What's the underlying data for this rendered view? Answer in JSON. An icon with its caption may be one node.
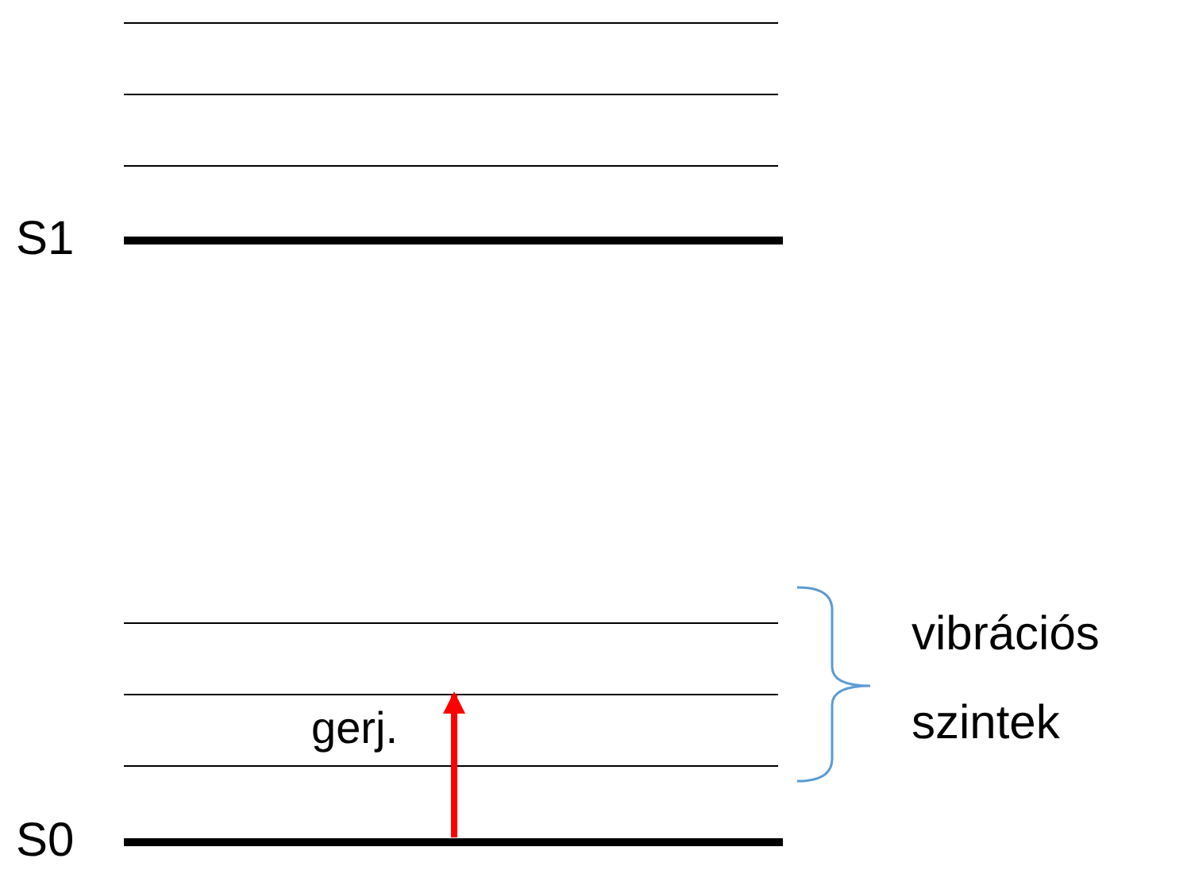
{
  "diagram": {
    "nodes": [
      {
        "text": [],
        "shape": "bar"
      },
      {
        "text": [],
        "shape": "bar"
      },
      {
        "text": [],
        "shape": "bar"
      },
      {
        "text": [],
        "shape": "bar",
        "beside": [
          "S1"
        ]
      },
      {
        "text": [],
        "shape": "bar"
      },
      {
        "text": [],
        "shape": "bar"
      },
      {
        "text": [],
        "shape": "bar"
      },
      {
        "text": [],
        "shape": "bar",
        "beside": [
          "S0"
        ]
      }
    ],
    "edges": [
      {
        "from": 7,
        "to": 5,
        "arrow": "to",
        "label": "gerj.",
        "color": "#ff0000"
      }
    ],
    "labels": [
      "vibrációs szintek"
    ]
  }
}
